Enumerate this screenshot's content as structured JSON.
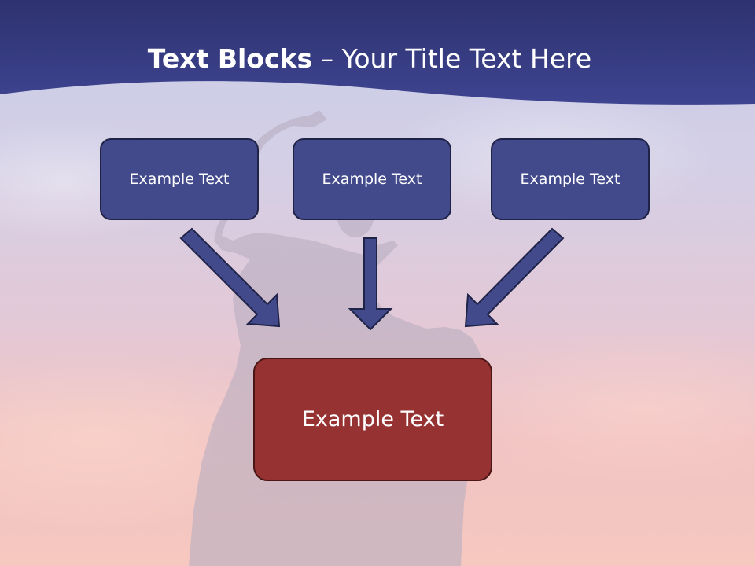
{
  "title": {
    "bold": "Text Blocks",
    "rest": " – Your Title Text Here"
  },
  "diagram": {
    "top_boxes": [
      {
        "label": "Example Text"
      },
      {
        "label": "Example Text"
      },
      {
        "label": "Example Text"
      }
    ],
    "bottom_box": {
      "label": "Example Text"
    }
  },
  "colors": {
    "banner": "#3a3f85",
    "top_box_fill": "#434a8c",
    "bottom_box_fill": "#963232",
    "arrow_fill": "#434a8c"
  }
}
